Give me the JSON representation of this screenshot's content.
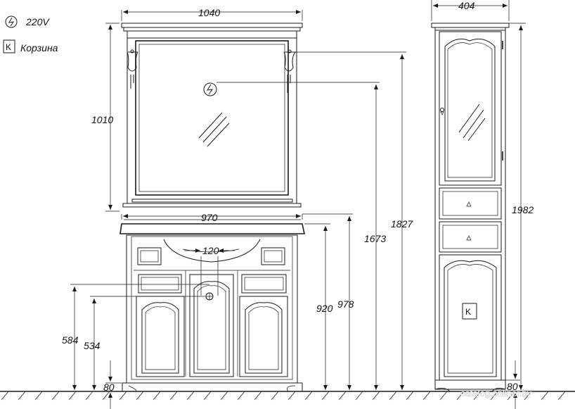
{
  "legend": {
    "power_label": "220V",
    "basket_symbol": "K",
    "basket_label": "Корзина"
  },
  "dimensions": {
    "mirror_width": "1040",
    "mirror_height": "1010",
    "basin_width": "970",
    "pipe_spacing": "120",
    "height_1673": "1673",
    "height_1827": "1827",
    "height_920": "920",
    "height_978": "978",
    "height_584": "584",
    "height_534": "534",
    "plinth_80_left": "80",
    "tower_width": "404",
    "tower_height": "1982",
    "plinth_80_right": "80"
  },
  "symbols": {
    "tower_basket": "K"
  },
  "watermark": "catalog.onliner.by"
}
